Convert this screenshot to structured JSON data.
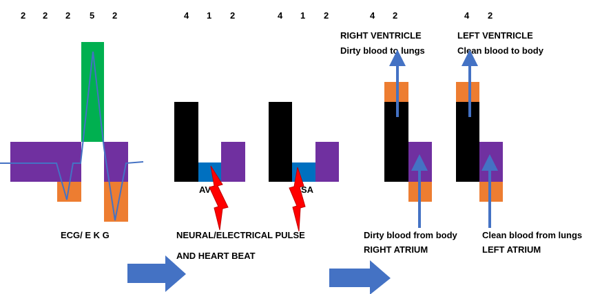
{
  "colors": {
    "purple": "#7030a0",
    "orange": "#ed7d31",
    "green": "#00b050",
    "black": "#000000",
    "blue_node": "#0070c0",
    "trace_blue": "#4472c4",
    "bolt_red": "#ff0000"
  },
  "top_numbers": {
    "ecg": [
      "2",
      "2",
      "2",
      "5",
      "2"
    ],
    "av": [
      "4",
      "1",
      "2"
    ],
    "sa": [
      "4",
      "1",
      "2"
    ],
    "right": [
      "4",
      "2"
    ],
    "left": [
      "4",
      "2"
    ]
  },
  "labels": {
    "ecg": "ECG/ E K G",
    "av": "AV",
    "sa": "SA",
    "neural_line1": "NEURAL/ELECTRICAL PULSE",
    "neural_line2": "AND HEART BEAT",
    "right_ventricle": "RIGHT VENTRICLE",
    "right_ventricle_desc": "Dirty blood to lungs",
    "left_ventricle": "LEFT VENTRICLE",
    "left_ventricle_desc": "Clean blood to body",
    "right_atrium_desc": "Dirty blood from body",
    "right_atrium": "RIGHT ATRIUM",
    "left_atrium_desc": "Clean blood from lungs",
    "left_atrium": "LEFT ATRIUM"
  },
  "icons": [
    "right-arrow-icon",
    "lightning-bolt-icon",
    "up-arrow-icon"
  ]
}
